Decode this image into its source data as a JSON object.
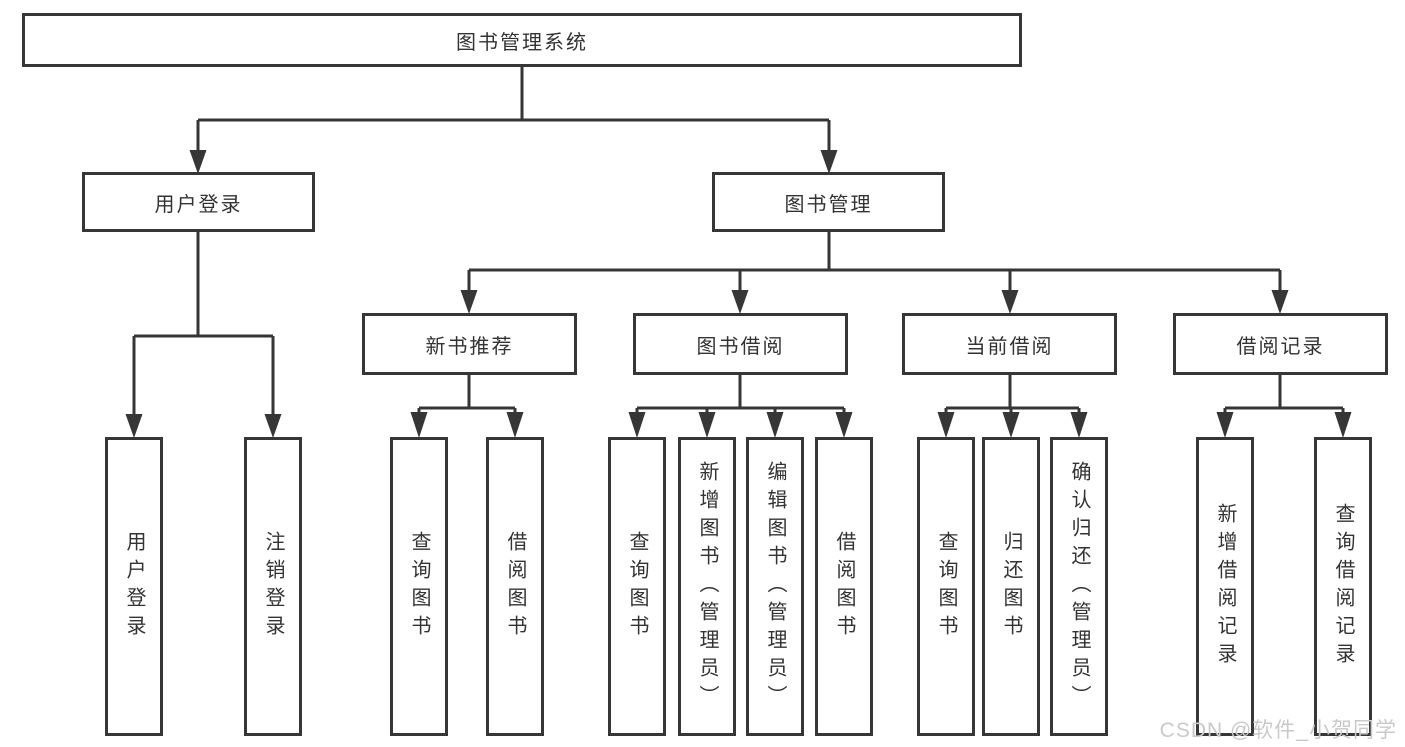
{
  "diagram": {
    "root": {
      "label": "图书管理系统"
    },
    "l2": [
      {
        "label": "用户登录"
      },
      {
        "label": "图书管理"
      }
    ],
    "l3": [
      {
        "label": "新书推荐"
      },
      {
        "label": "图书借阅"
      },
      {
        "label": "当前借阅"
      },
      {
        "label": "借阅记录"
      }
    ],
    "leaves": [
      {
        "label": "用户登录"
      },
      {
        "label": "注销登录"
      },
      {
        "label": "查询图书"
      },
      {
        "label": "借阅图书"
      },
      {
        "label": "查询图书"
      },
      {
        "label": "新增图书（管理员）"
      },
      {
        "label": "编辑图书（管理员）"
      },
      {
        "label": "借阅图书"
      },
      {
        "label": "查询图书"
      },
      {
        "label": "归还图书"
      },
      {
        "label": "确认归还（管理员）"
      },
      {
        "label": "新增借阅记录"
      },
      {
        "label": "查询借阅记录"
      }
    ]
  },
  "watermark": {
    "text": "CSDN @软件_小贺同学"
  },
  "colors": {
    "line": "#363636",
    "text": "#333333",
    "watermark": "#c9c9c9",
    "background": "#ffffff"
  }
}
